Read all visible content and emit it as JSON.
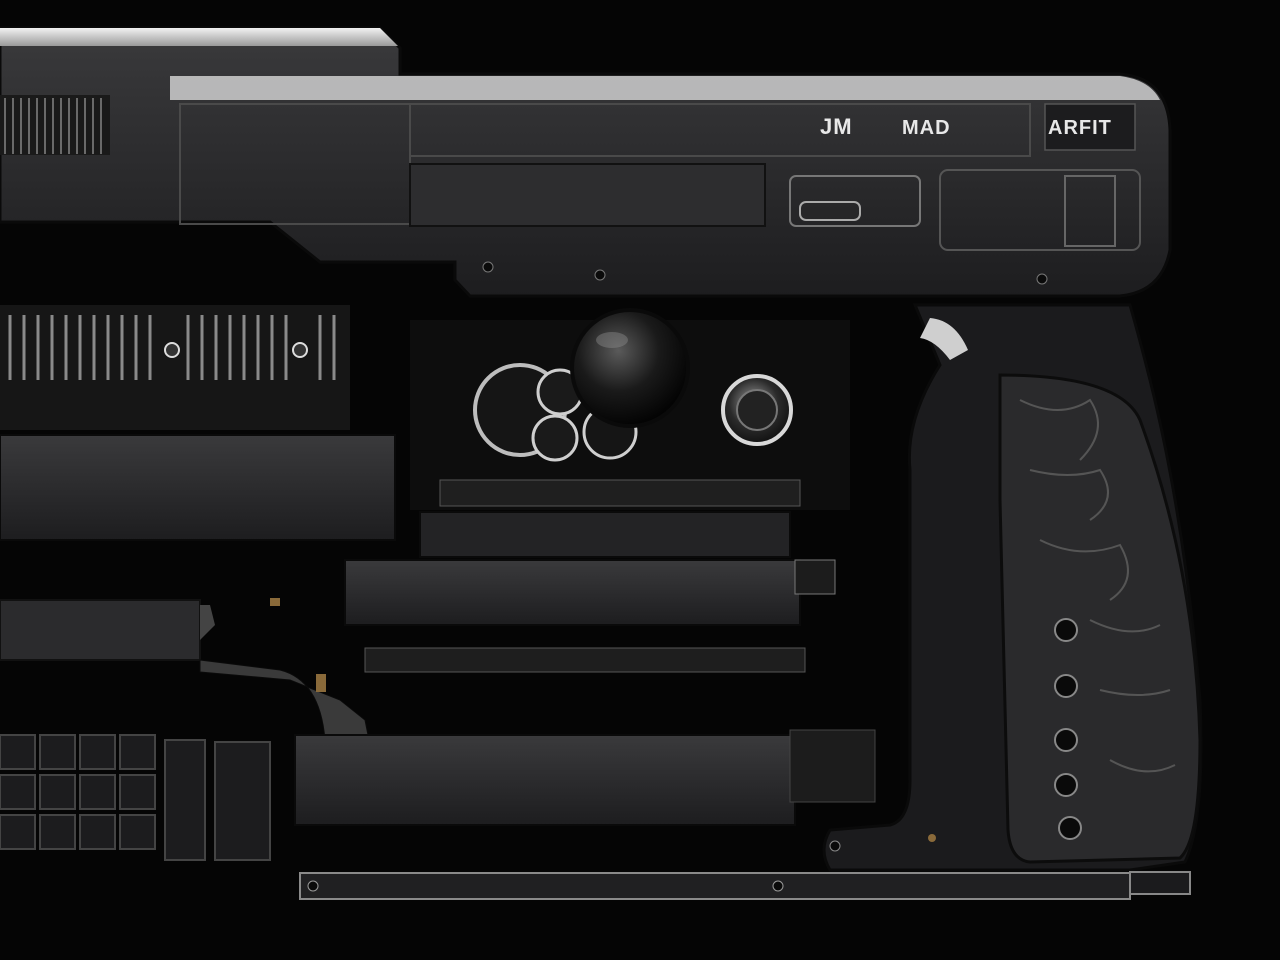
{
  "scene": {
    "background_color": "#050505",
    "body_color": "#2a2a2c",
    "highlight_color": "#e6e6e6",
    "accent_color": "#8a6a3a"
  },
  "top_panel": {
    "label_left": "JM",
    "label_mid": "MAD",
    "label_right": "ARFIT"
  },
  "icons": {
    "main_dial": "round-knob-icon",
    "lens": "lens-icon",
    "grip": "textured-grip-icon"
  }
}
